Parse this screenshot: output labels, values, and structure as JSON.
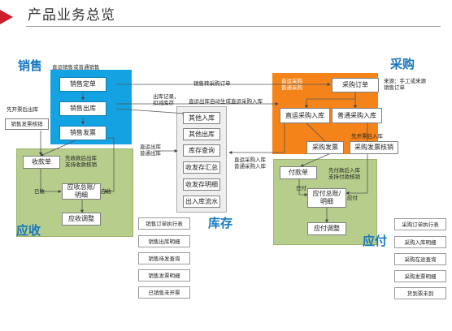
{
  "title": "产品业务总览",
  "sections": {
    "sales": "销售",
    "receivables": "应收",
    "inventory": "库存",
    "purchase": "采购",
    "payables": "应付"
  },
  "sales_boxes": {
    "order": "销售定单",
    "outbound": "销售出库",
    "invoice": "销售发票"
  },
  "receivable_boxes": {
    "receipt": "收款单",
    "ledger": "应收总账/\n明细",
    "adjust": "应收调整"
  },
  "inventory_boxes": [
    "其他入库",
    "其他出库",
    "库存查询",
    "收发存汇总",
    "收发存明细",
    "出入库流水"
  ],
  "purchase_boxes": {
    "order": "采购订单",
    "direct_in": "直运采购入库",
    "normal_in": "普通采购入库",
    "invoice": "采购发票",
    "invoice_verify": "采购发票核销"
  },
  "payable_boxes": {
    "payment": "付款单",
    "ledger": "应付总账/\n明细",
    "adjust": "应付调整"
  },
  "left_boxes": {
    "sales_invoice_verify": "销售发票核销"
  },
  "labels": {
    "direct_or_normal_sales": "直运销售或普通销售",
    "sales_to_purchase": "销售转采购订单",
    "outbound_record": "出库记录，\n扣减库存",
    "auto_outbound": "直运出库自动生成直运采购入库",
    "direct_purchase_normal": "直运采购\n普通采购",
    "source": "来源：手工或来源\n销售订单",
    "invoice_then_outbound": "先开票后出库",
    "receive_then_outbound": "先收款后出库\n支持收款核销",
    "received": "已收",
    "to_receive": "应收",
    "direct_out_normal_out": "直运出库\n普通出库",
    "invoice_then_inbound": "先开票后入库",
    "direct_normal_inbound": "直运采购入库\n普通采购入库",
    "pay_then_inbound": "先付款后入库\n支持付款核销",
    "paid": "已付",
    "to_pay": "应付"
  },
  "sales_reports": [
    "销售订单执行表",
    "销售出库明细",
    "销售待发查询",
    "销售发票明细",
    "已销售未开票"
  ],
  "purchase_reports": [
    "采购订单执行表",
    "采购入库明细",
    "采购在途查询",
    "采购发票明细",
    "货到票未到"
  ],
  "colors": {
    "sales_zone": "#13a3e2",
    "finance_zone": "#b6cd8c",
    "purchase_zone": "#f48419",
    "inventory_zone": "#eeeeee",
    "section_title": "#1677be",
    "accent": "#cc1f2d"
  }
}
